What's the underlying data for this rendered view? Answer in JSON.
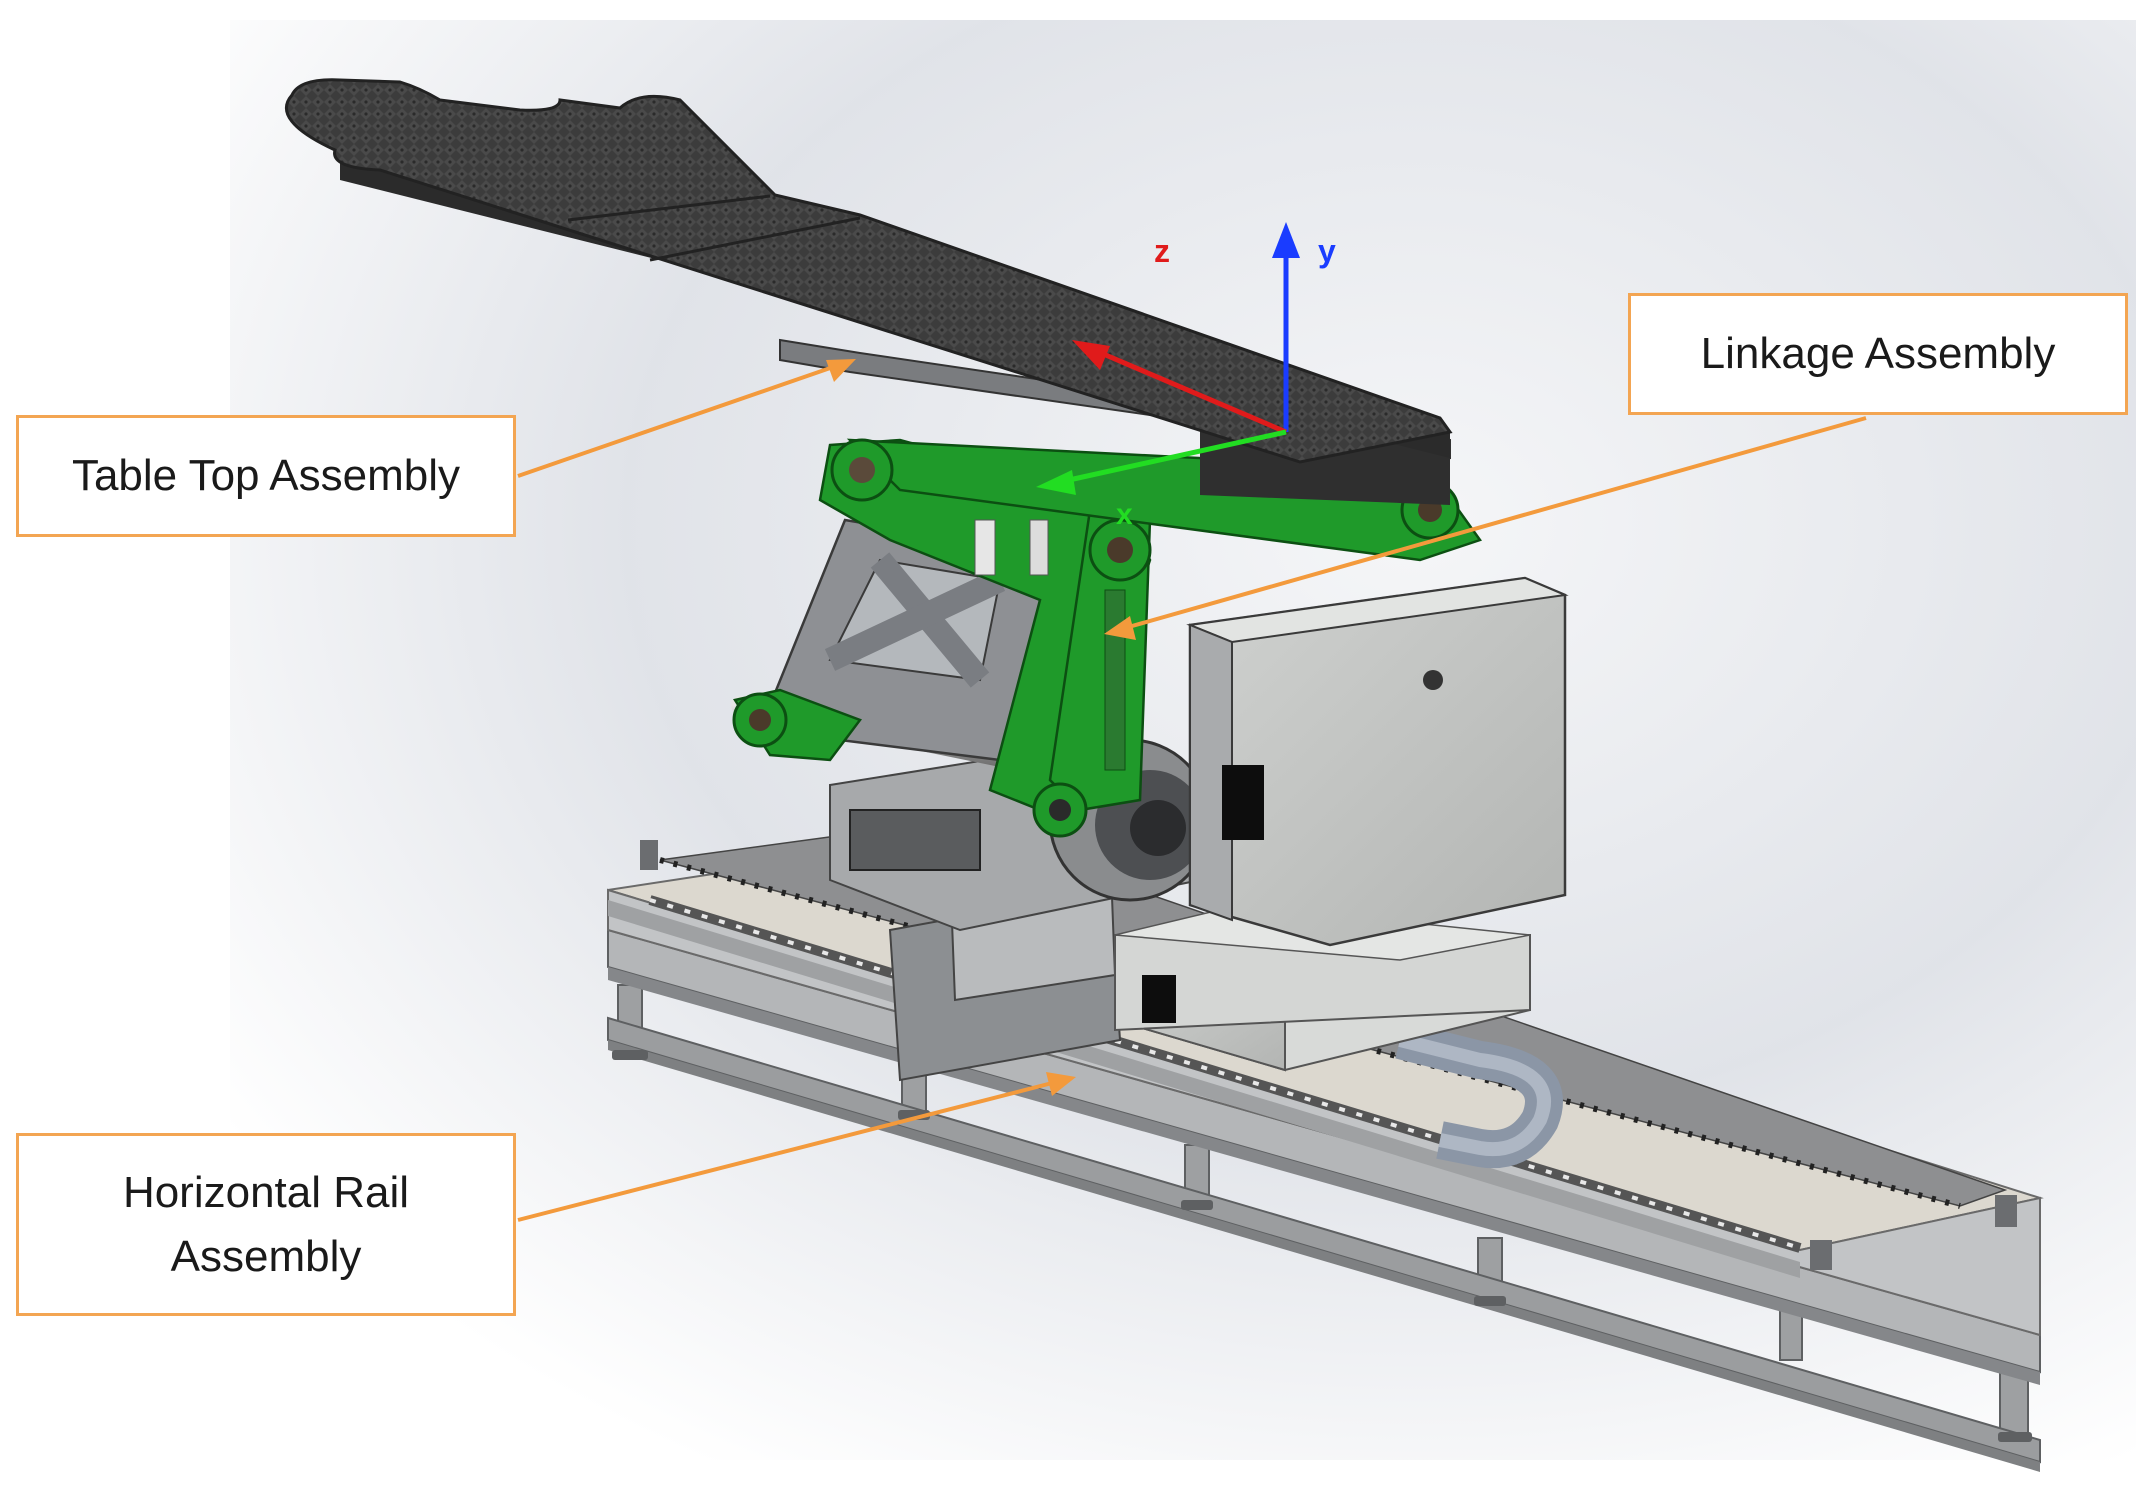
{
  "callouts": {
    "table_top": "Table Top Assembly",
    "linkage": "Linkage Assembly",
    "horizontal_rail": "Horizontal Rail\nAssembly"
  },
  "axes": {
    "x": "x",
    "y": "y",
    "z": "z"
  },
  "colors": {
    "callout_border": "#f3a552",
    "leader_line": "#f39a3c",
    "linkage_green": "#1f9a2a",
    "axis_x": "#22dd22",
    "axis_y": "#1a3cff",
    "axis_z": "#e01b1b",
    "frame_gray": "#a7a9ab",
    "deck_beige": "#dcd8cf",
    "table_top": "#3b3b3b",
    "enclosure_gray": "#c4c6c4"
  }
}
